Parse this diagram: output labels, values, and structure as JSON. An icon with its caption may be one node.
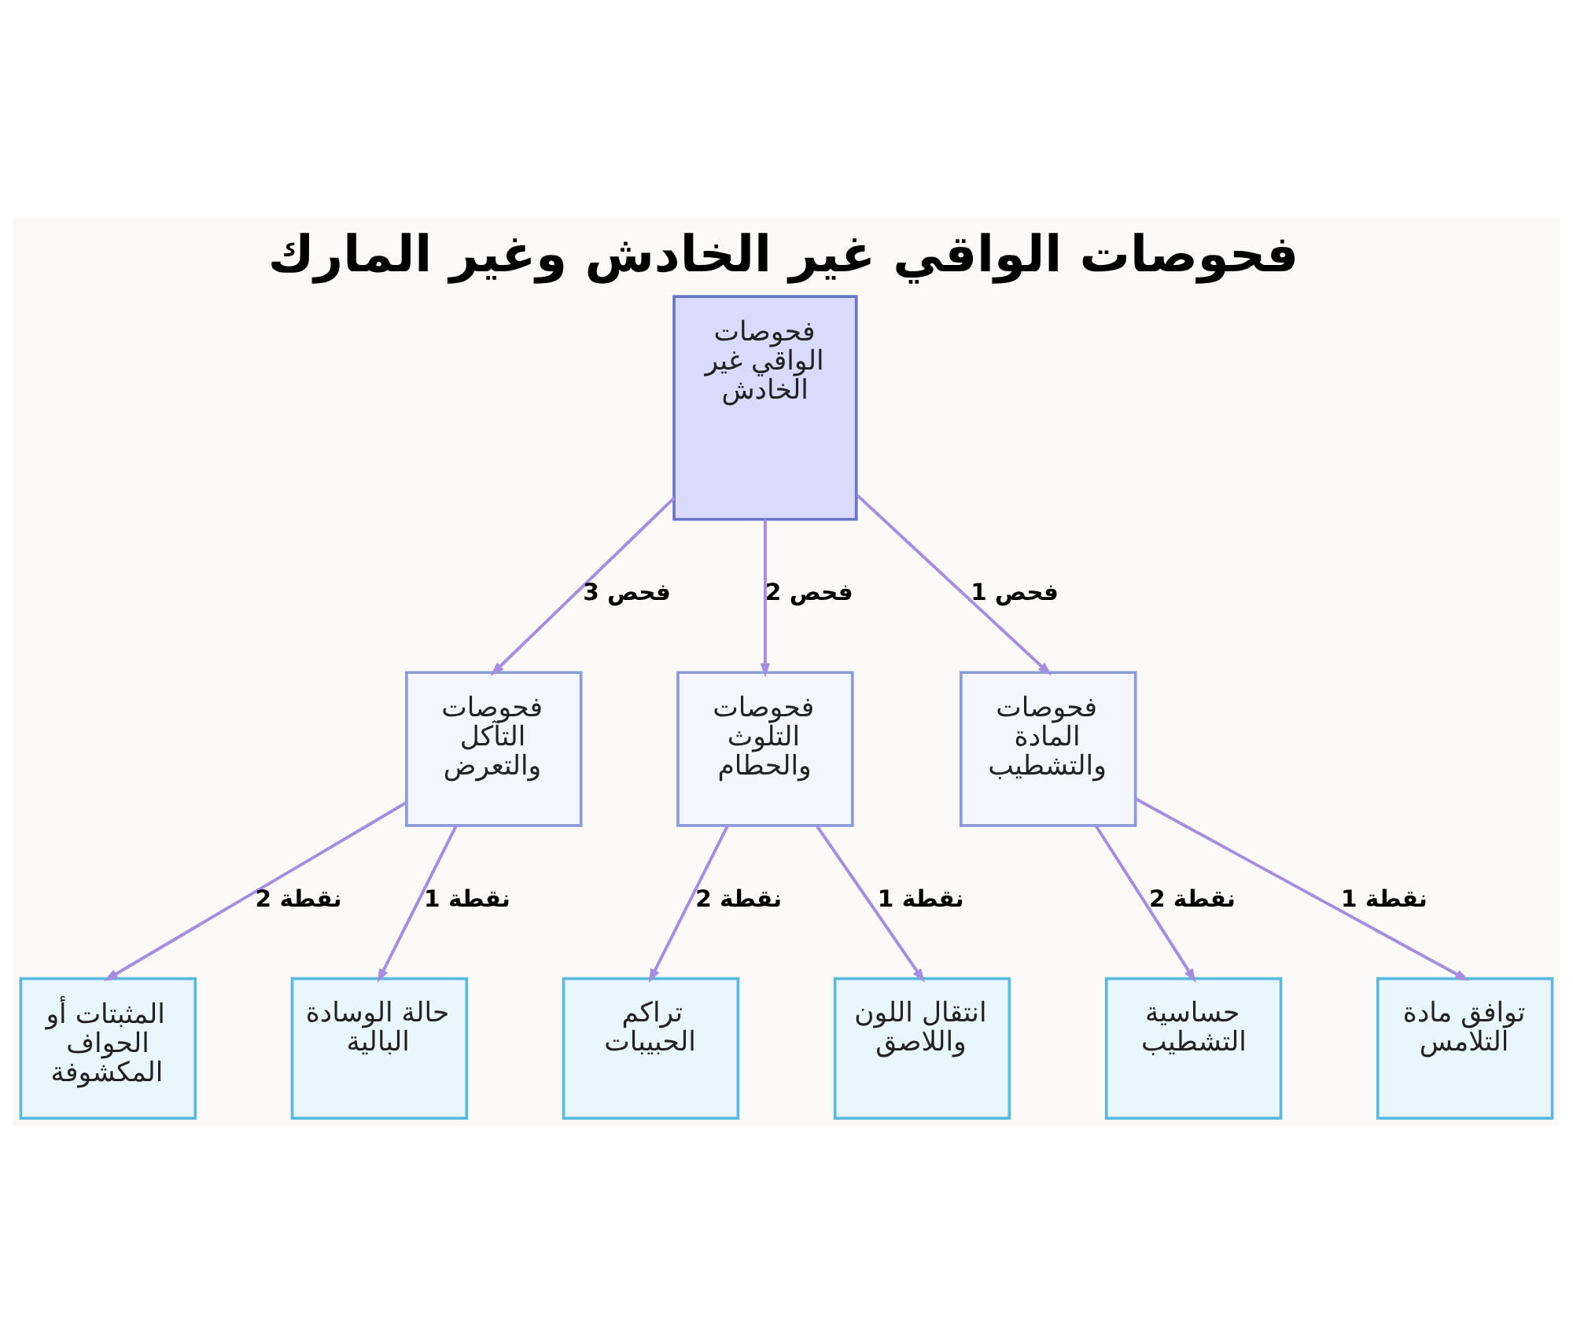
{
  "diagram": {
    "title": "فحوصات الواقي غير الخادش وغير المارك",
    "nodes": [
      {
        "text": [
          "فحوصات الواقي غير الخادش"
        ]
      },
      {
        "text": [
          "فحوصات المادة والتشطيب"
        ]
      },
      {
        "text": [
          "فحوصات التلوث والحطام"
        ]
      },
      {
        "text": [
          "فحوصات التآكل والتعرض"
        ]
      },
      {
        "text": [
          "توافق مادة التلامس"
        ]
      },
      {
        "text": [
          "حساسية التشطيب"
        ]
      },
      {
        "text": [
          "انتقال اللون واللاصق"
        ]
      },
      {
        "text": [
          "تراكم الحبيبات"
        ]
      },
      {
        "text": [
          "حالة الوسادة البالية"
        ]
      },
      {
        "text": [
          "المثبتات أو الحواف المكشوفة"
        ]
      }
    ],
    "edges": [
      {
        "from": 0,
        "to": 1,
        "arrow": "to",
        "label": "فحص 1"
      },
      {
        "from": 0,
        "to": 2,
        "arrow": "to",
        "label": "فحص 2"
      },
      {
        "from": 0,
        "to": 3,
        "arrow": "to",
        "label": "فحص 3"
      },
      {
        "from": 1,
        "to": 4,
        "arrow": "to",
        "label": "نقطة 1"
      },
      {
        "from": 1,
        "to": 5,
        "arrow": "to",
        "label": "نقطة 2"
      },
      {
        "from": 2,
        "to": 6,
        "arrow": "to",
        "label": "نقطة 1"
      },
      {
        "from": 2,
        "to": 7,
        "arrow": "to",
        "label": "نقطة 2"
      },
      {
        "from": 3,
        "to": 8,
        "arrow": "to",
        "label": "نقطة 1"
      },
      {
        "from": 3,
        "to": 9,
        "arrow": "to",
        "label": "نقطة 2"
      }
    ]
  }
}
